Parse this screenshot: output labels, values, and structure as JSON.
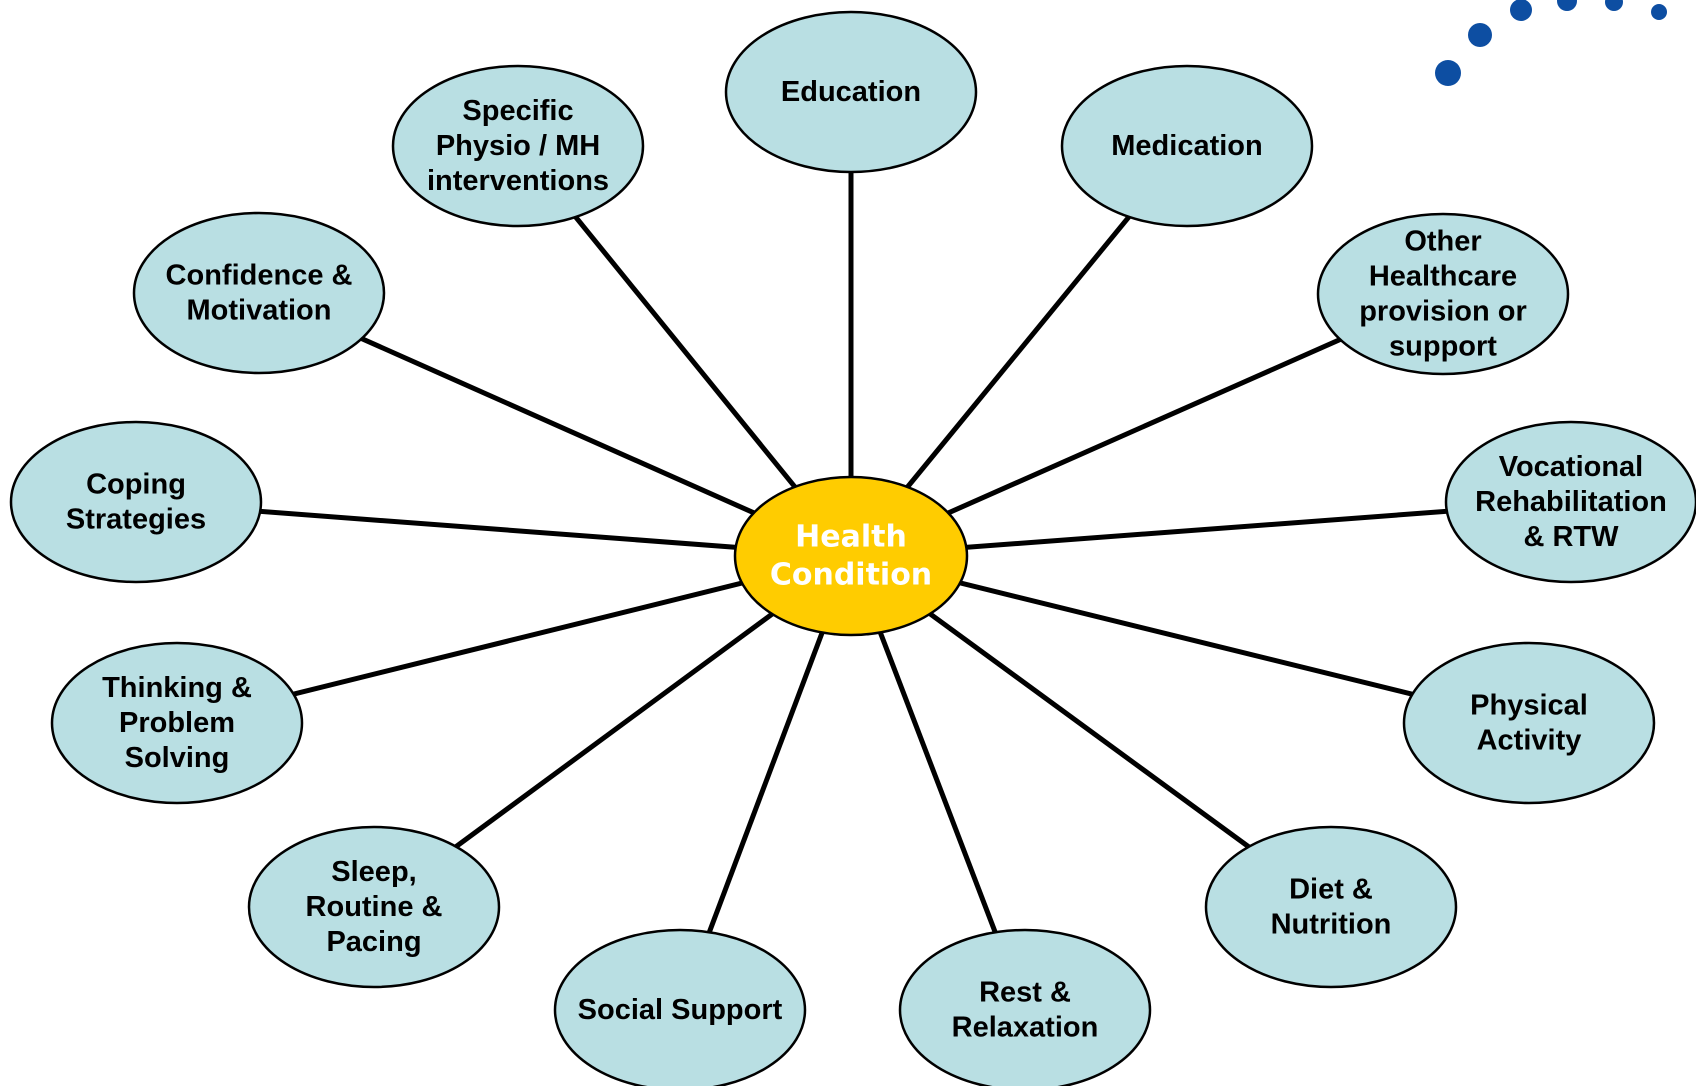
{
  "center": {
    "lines": [
      "Health",
      "Condition"
    ],
    "color": "#ffcc00",
    "text_color": "#ffffff"
  },
  "node_color": "#b9dfe3",
  "logo_color": "#0d4ea2",
  "nodes": [
    {
      "id": "education",
      "lines": [
        "Education"
      ]
    },
    {
      "id": "medication",
      "lines": [
        "Medication"
      ]
    },
    {
      "id": "other-healthcare",
      "lines": [
        "Other",
        "Healthcare",
        "provision or",
        "support"
      ]
    },
    {
      "id": "vocational-rehabilitation",
      "lines": [
        "Vocational",
        "Rehabilitation",
        "& RTW"
      ]
    },
    {
      "id": "physical-activity",
      "lines": [
        "Physical",
        "Activity"
      ]
    },
    {
      "id": "diet-nutrition",
      "lines": [
        "Diet &",
        "Nutrition"
      ]
    },
    {
      "id": "rest-relaxation",
      "lines": [
        "Rest &",
        "Relaxation"
      ]
    },
    {
      "id": "social-support",
      "lines": [
        "Social Support"
      ]
    },
    {
      "id": "sleep-routine-pacing",
      "lines": [
        "Sleep,",
        "Routine &",
        "Pacing"
      ]
    },
    {
      "id": "thinking-problem-solving",
      "lines": [
        "Thinking &",
        "Problem",
        "Solving"
      ]
    },
    {
      "id": "coping-strategies",
      "lines": [
        "Coping",
        "Strategies"
      ]
    },
    {
      "id": "confidence-motivation",
      "lines": [
        "Confidence &",
        "Motivation"
      ]
    },
    {
      "id": "specific-interventions",
      "lines": [
        "Specific",
        "Physio / MH",
        "interventions"
      ]
    }
  ]
}
